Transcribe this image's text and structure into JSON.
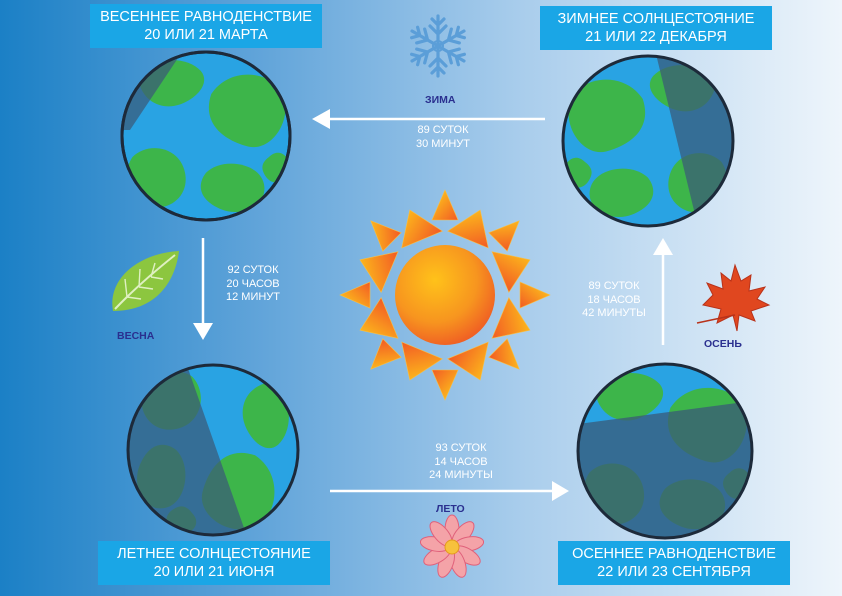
{
  "positions": {
    "spring_equinox": {
      "title": "ВЕСЕННЕЕ РАВНОДЕНСТВИЕ",
      "date": "20 ИЛИ 21 МАРТА"
    },
    "winter_solstice": {
      "title": "ЗИМНЕЕ СОЛНЦЕСТОЯНИЕ",
      "date": "21 ИЛИ 22 ДЕКАБРЯ"
    },
    "summer_solstice": {
      "title": "ЛЕТНЕЕ СОЛНЦЕСТОЯНИЕ",
      "date": "20 ИЛИ 21 ИЮНЯ"
    },
    "autumn_equinox": {
      "title": "ОСЕННЕЕ РАВНОДЕНСТВИЕ",
      "date": "22 ИЛИ 23 СЕНТЯБРЯ"
    }
  },
  "seasons": {
    "winter": {
      "name": "ЗИМА",
      "duration": [
        "89 СУТОК",
        "30 МИНУТ"
      ],
      "icon": "snowflake-icon"
    },
    "spring": {
      "name": "ВЕСНА",
      "duration": [
        "92 СУТОК",
        "20 ЧАСОВ",
        "12 МИНУТ"
      ],
      "icon": "leaf-icon"
    },
    "summer": {
      "name": "ЛЕТО",
      "duration": [
        "93 СУТОК",
        "14 ЧАСОВ",
        "24 МИНУТЫ"
      ],
      "icon": "flower-icon"
    },
    "autumn": {
      "name": "ОСЕНЬ",
      "duration": [
        "89 СУТОК",
        "18 ЧАСОВ",
        "42 МИНУТЫ"
      ],
      "icon": "maple-leaf-icon"
    }
  },
  "colors": {
    "label_box": "#1aa6e6",
    "ocean": "#29a3e3",
    "land": "#3db54a",
    "shadow": "#3a5a78",
    "season_text": "#2a2f8f",
    "sun_core": "#f47b20",
    "sun_rays": "#f7b21c"
  }
}
